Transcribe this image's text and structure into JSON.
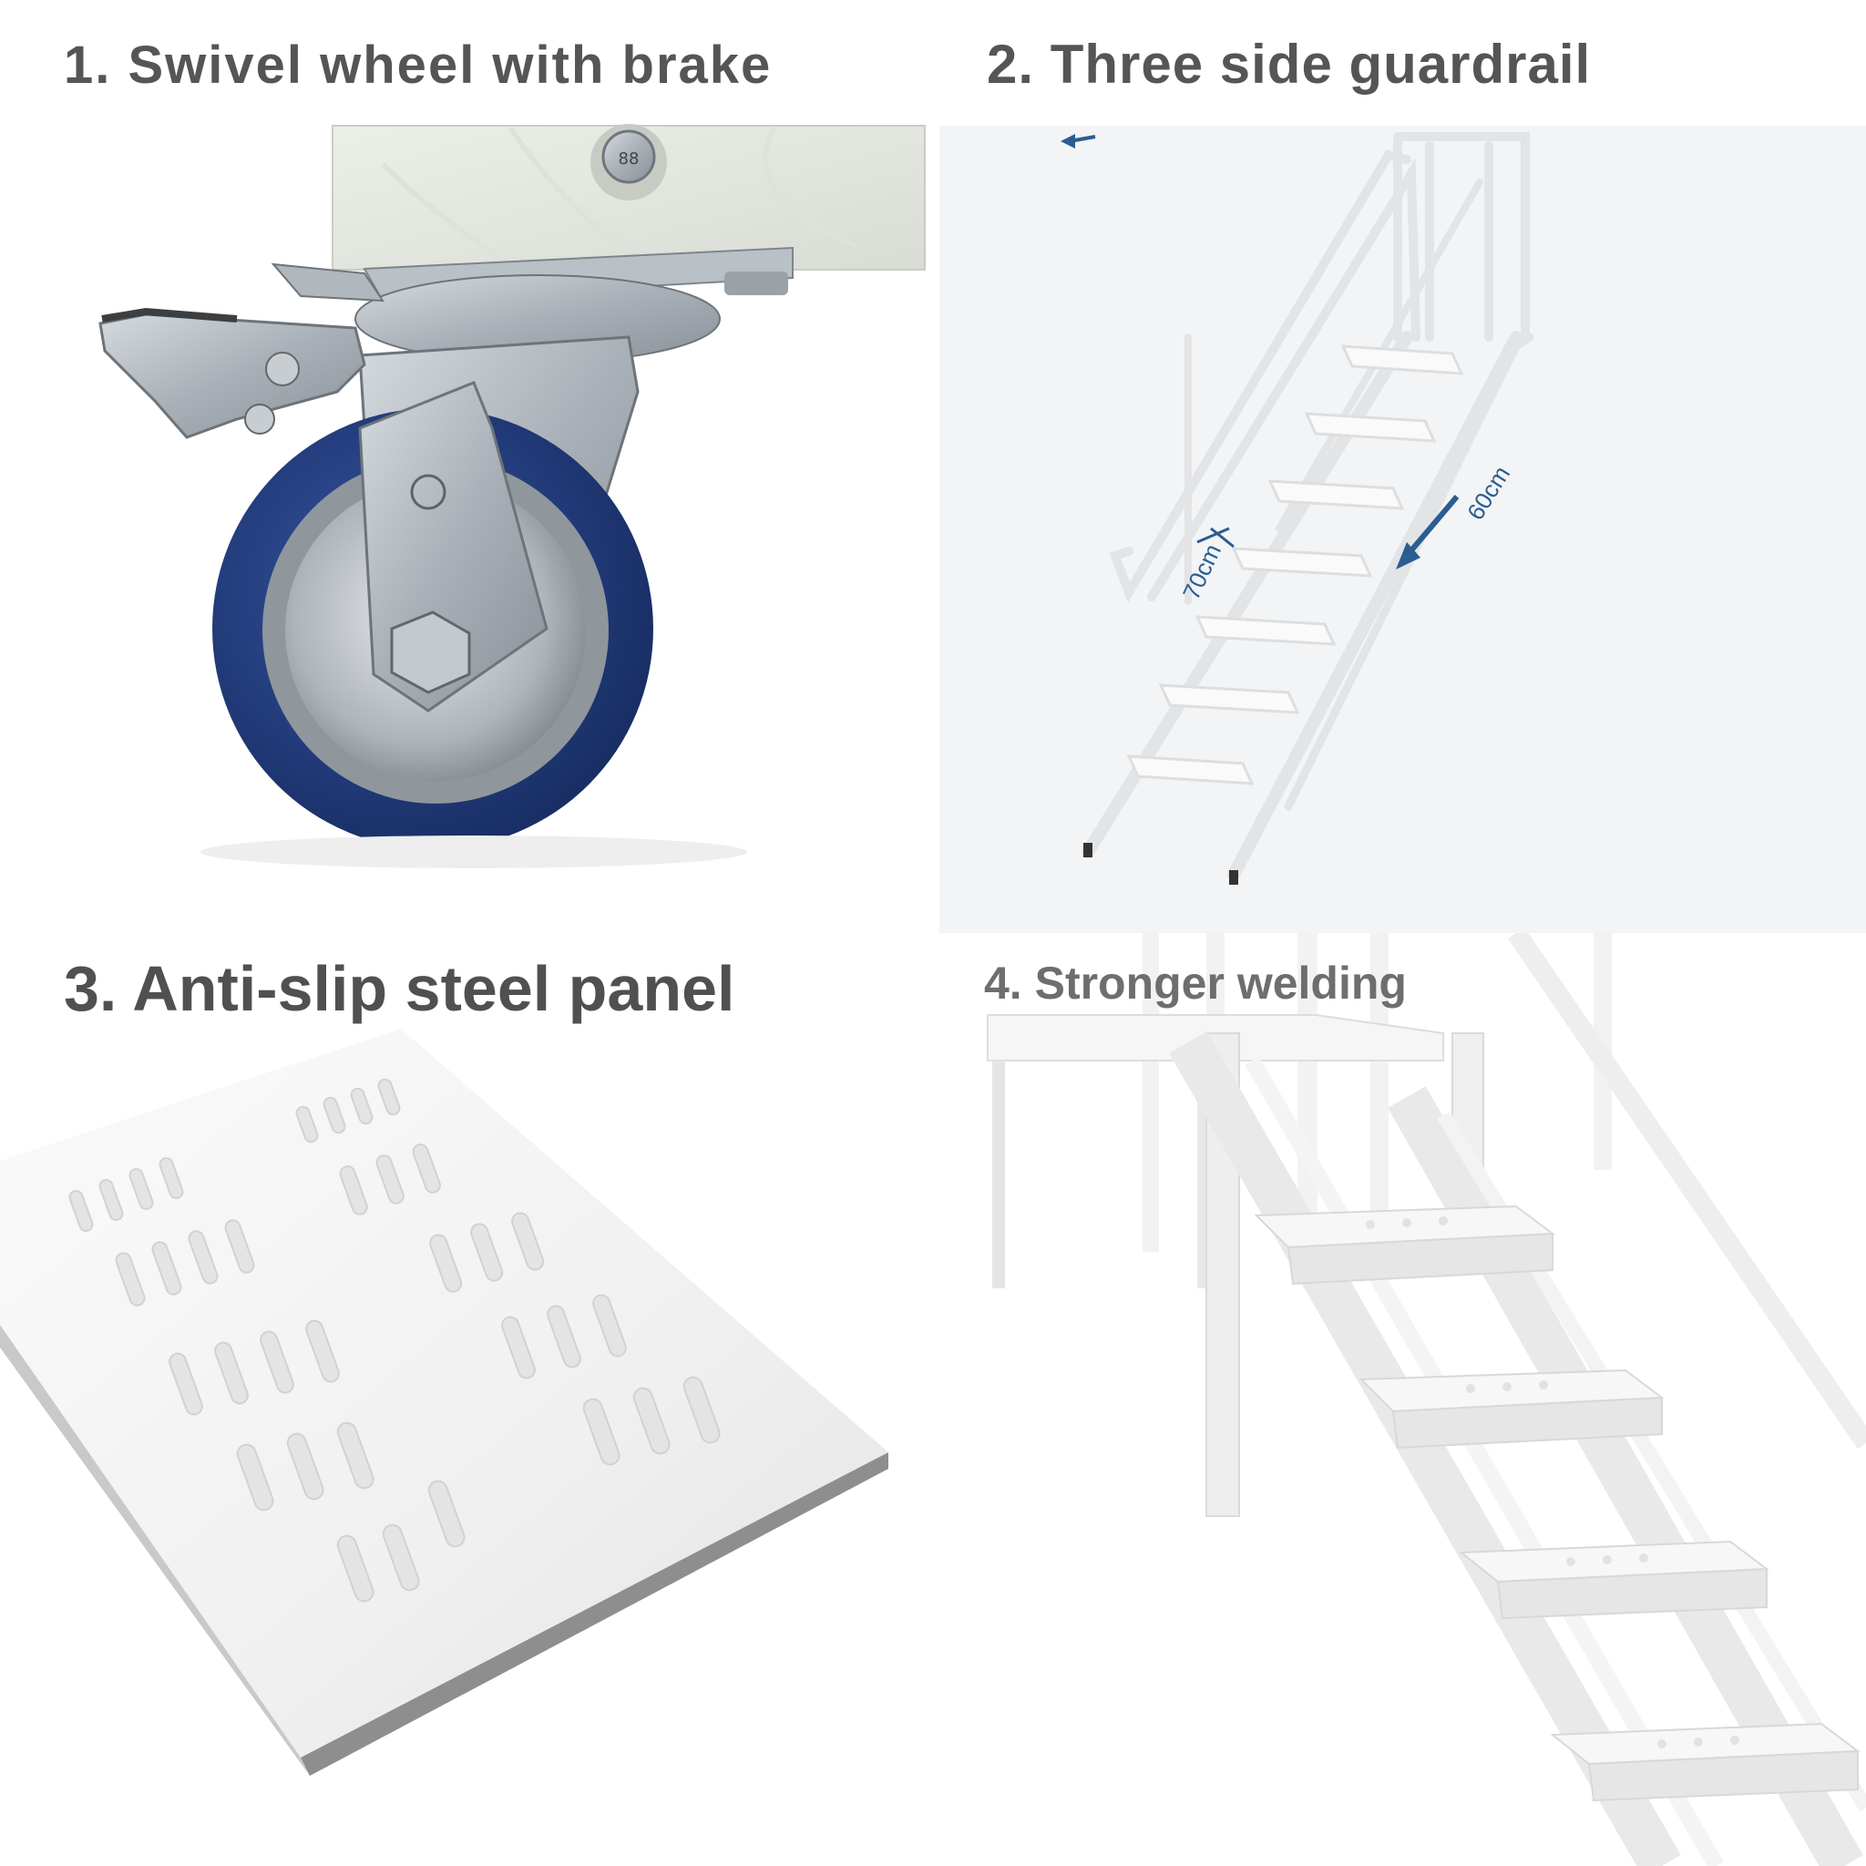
{
  "panels": [
    {
      "caption": "1.  Swivel wheel with brake",
      "subject": "swivel caster wheel with brake pedal"
    },
    {
      "caption": "2. Three side guardrail",
      "subject": "white steel step ladder with guardrails",
      "dimensions": {
        "height": "70cm",
        "width": "60cm"
      }
    },
    {
      "caption": "3. Anti-slip steel panel",
      "subject": "perforated anti-slip steel tread plate"
    },
    {
      "caption": "4. Stronger welding",
      "subject": "welded ladder steps close-up"
    }
  ],
  "colors": {
    "caption": "#555557",
    "wheel": "#1f3a78",
    "dimension": "#2a5d91",
    "steel": "#f1f1f1"
  }
}
